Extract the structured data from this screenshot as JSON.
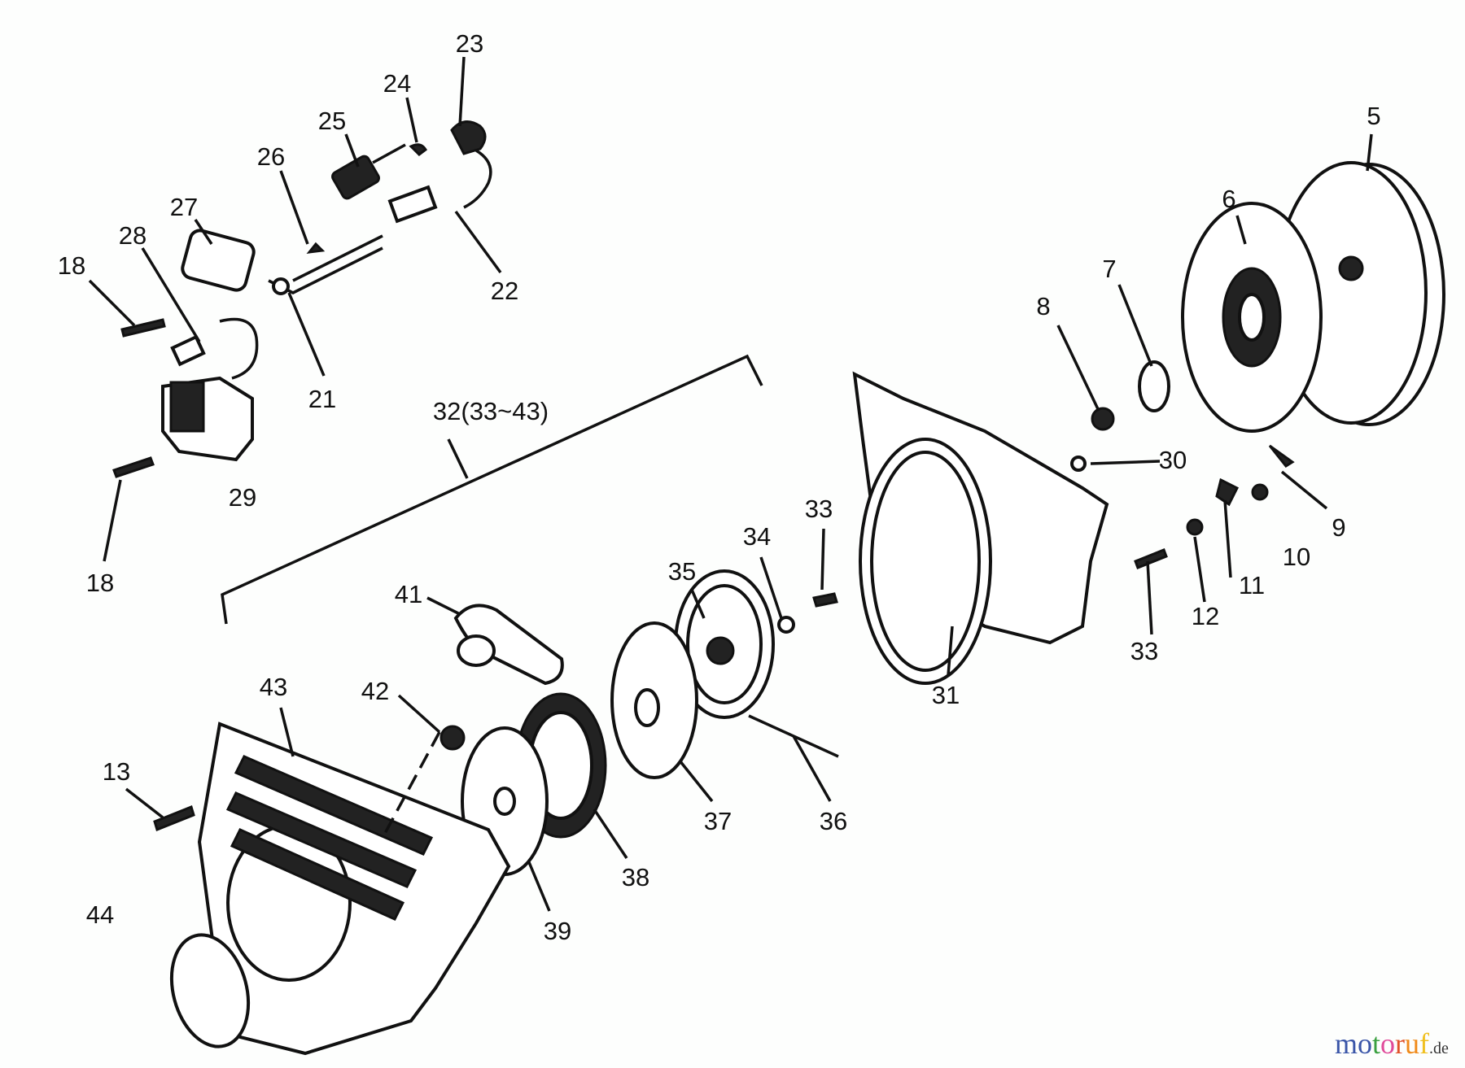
{
  "diagram": {
    "labels": {
      "p5": "5",
      "p6": "6",
      "p7": "7",
      "p8": "8",
      "p9": "9",
      "p10": "10",
      "p11": "11",
      "p12": "12",
      "p13": "13",
      "p18a": "18",
      "p18b": "18",
      "p21": "21",
      "p22": "22",
      "p23": "23",
      "p24": "24",
      "p25": "25",
      "p26": "26",
      "p27": "27",
      "p28": "28",
      "p29": "29",
      "p30": "30",
      "p31": "31",
      "p32": "32(33~43)",
      "p33a": "33",
      "p33b": "33",
      "p34": "34",
      "p35": "35",
      "p36": "36",
      "p37": "37",
      "p38": "38",
      "p39": "39",
      "p41": "41",
      "p42": "42",
      "p43": "43",
      "p44": "44"
    }
  },
  "watermark": {
    "letters": [
      "m",
      "o",
      "t",
      "o",
      "r",
      "u",
      "f"
    ],
    "suffix": ".de",
    "colors": [
      "#3a55a8",
      "#3a55a8",
      "#3aa040",
      "#e04a9a",
      "#e0522a",
      "#f08a1a",
      "#f0c020"
    ]
  }
}
